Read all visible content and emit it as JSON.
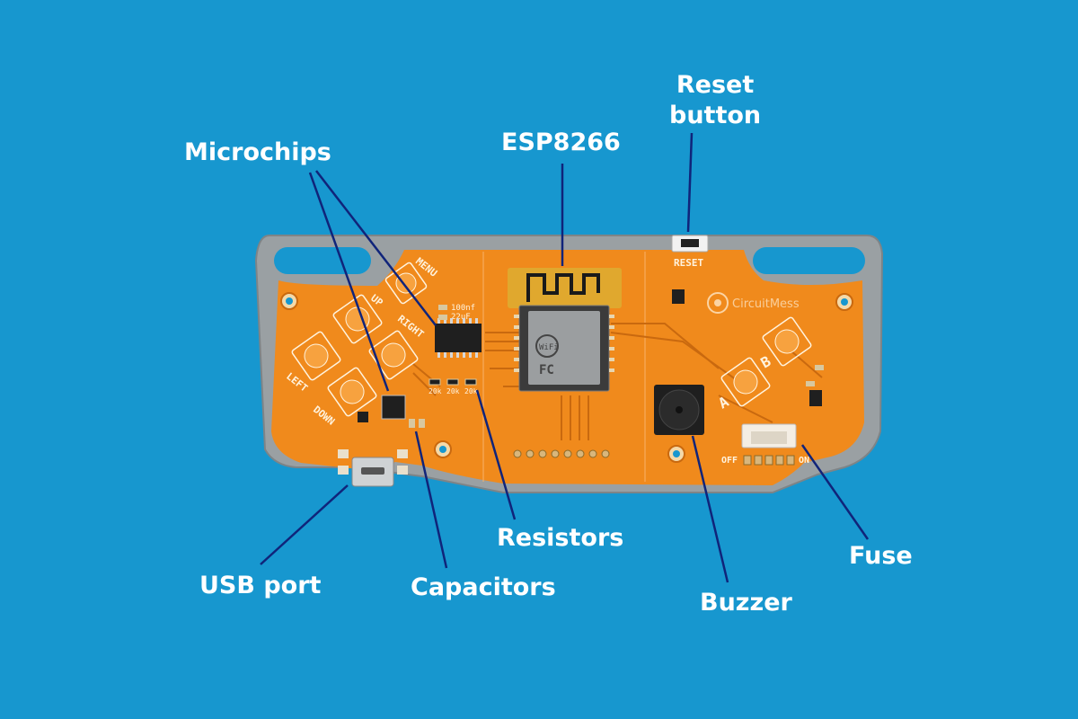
{
  "colors": {
    "background": "#1797cf",
    "board_frame": "#9aa0a3",
    "pcb": "#f08a1c",
    "trace": "#c9690f",
    "silkscreen": "#fff3de",
    "leader_line": "#10247a",
    "label_text": "#ffffff"
  },
  "labels": {
    "microchips": "Microchips",
    "esp8266": "ESP8266",
    "reset_line1": "Reset",
    "reset_line2": "button",
    "resistors": "Resistors",
    "usb_port": "USB port",
    "capacitors": "Capacitors",
    "buzzer": "Buzzer",
    "fuse": "Fuse"
  },
  "silkscreen": {
    "menu": "MENU",
    "up": "UP",
    "right": "RIGHT",
    "left": "LEFT",
    "down": "DOWN",
    "reset": "RESET",
    "a": "A",
    "b": "B",
    "off": "OFF",
    "on": "ON",
    "cap_100nf": "100nf",
    "cap_22uf": "22uF",
    "res_a": "20k",
    "res_b": "20k",
    "res_c": "20k",
    "brand": "CircuitMess"
  },
  "icons": {
    "brand_logo": "circuitmess-logo-icon",
    "wifi_antenna": "antenna-trace-icon"
  }
}
